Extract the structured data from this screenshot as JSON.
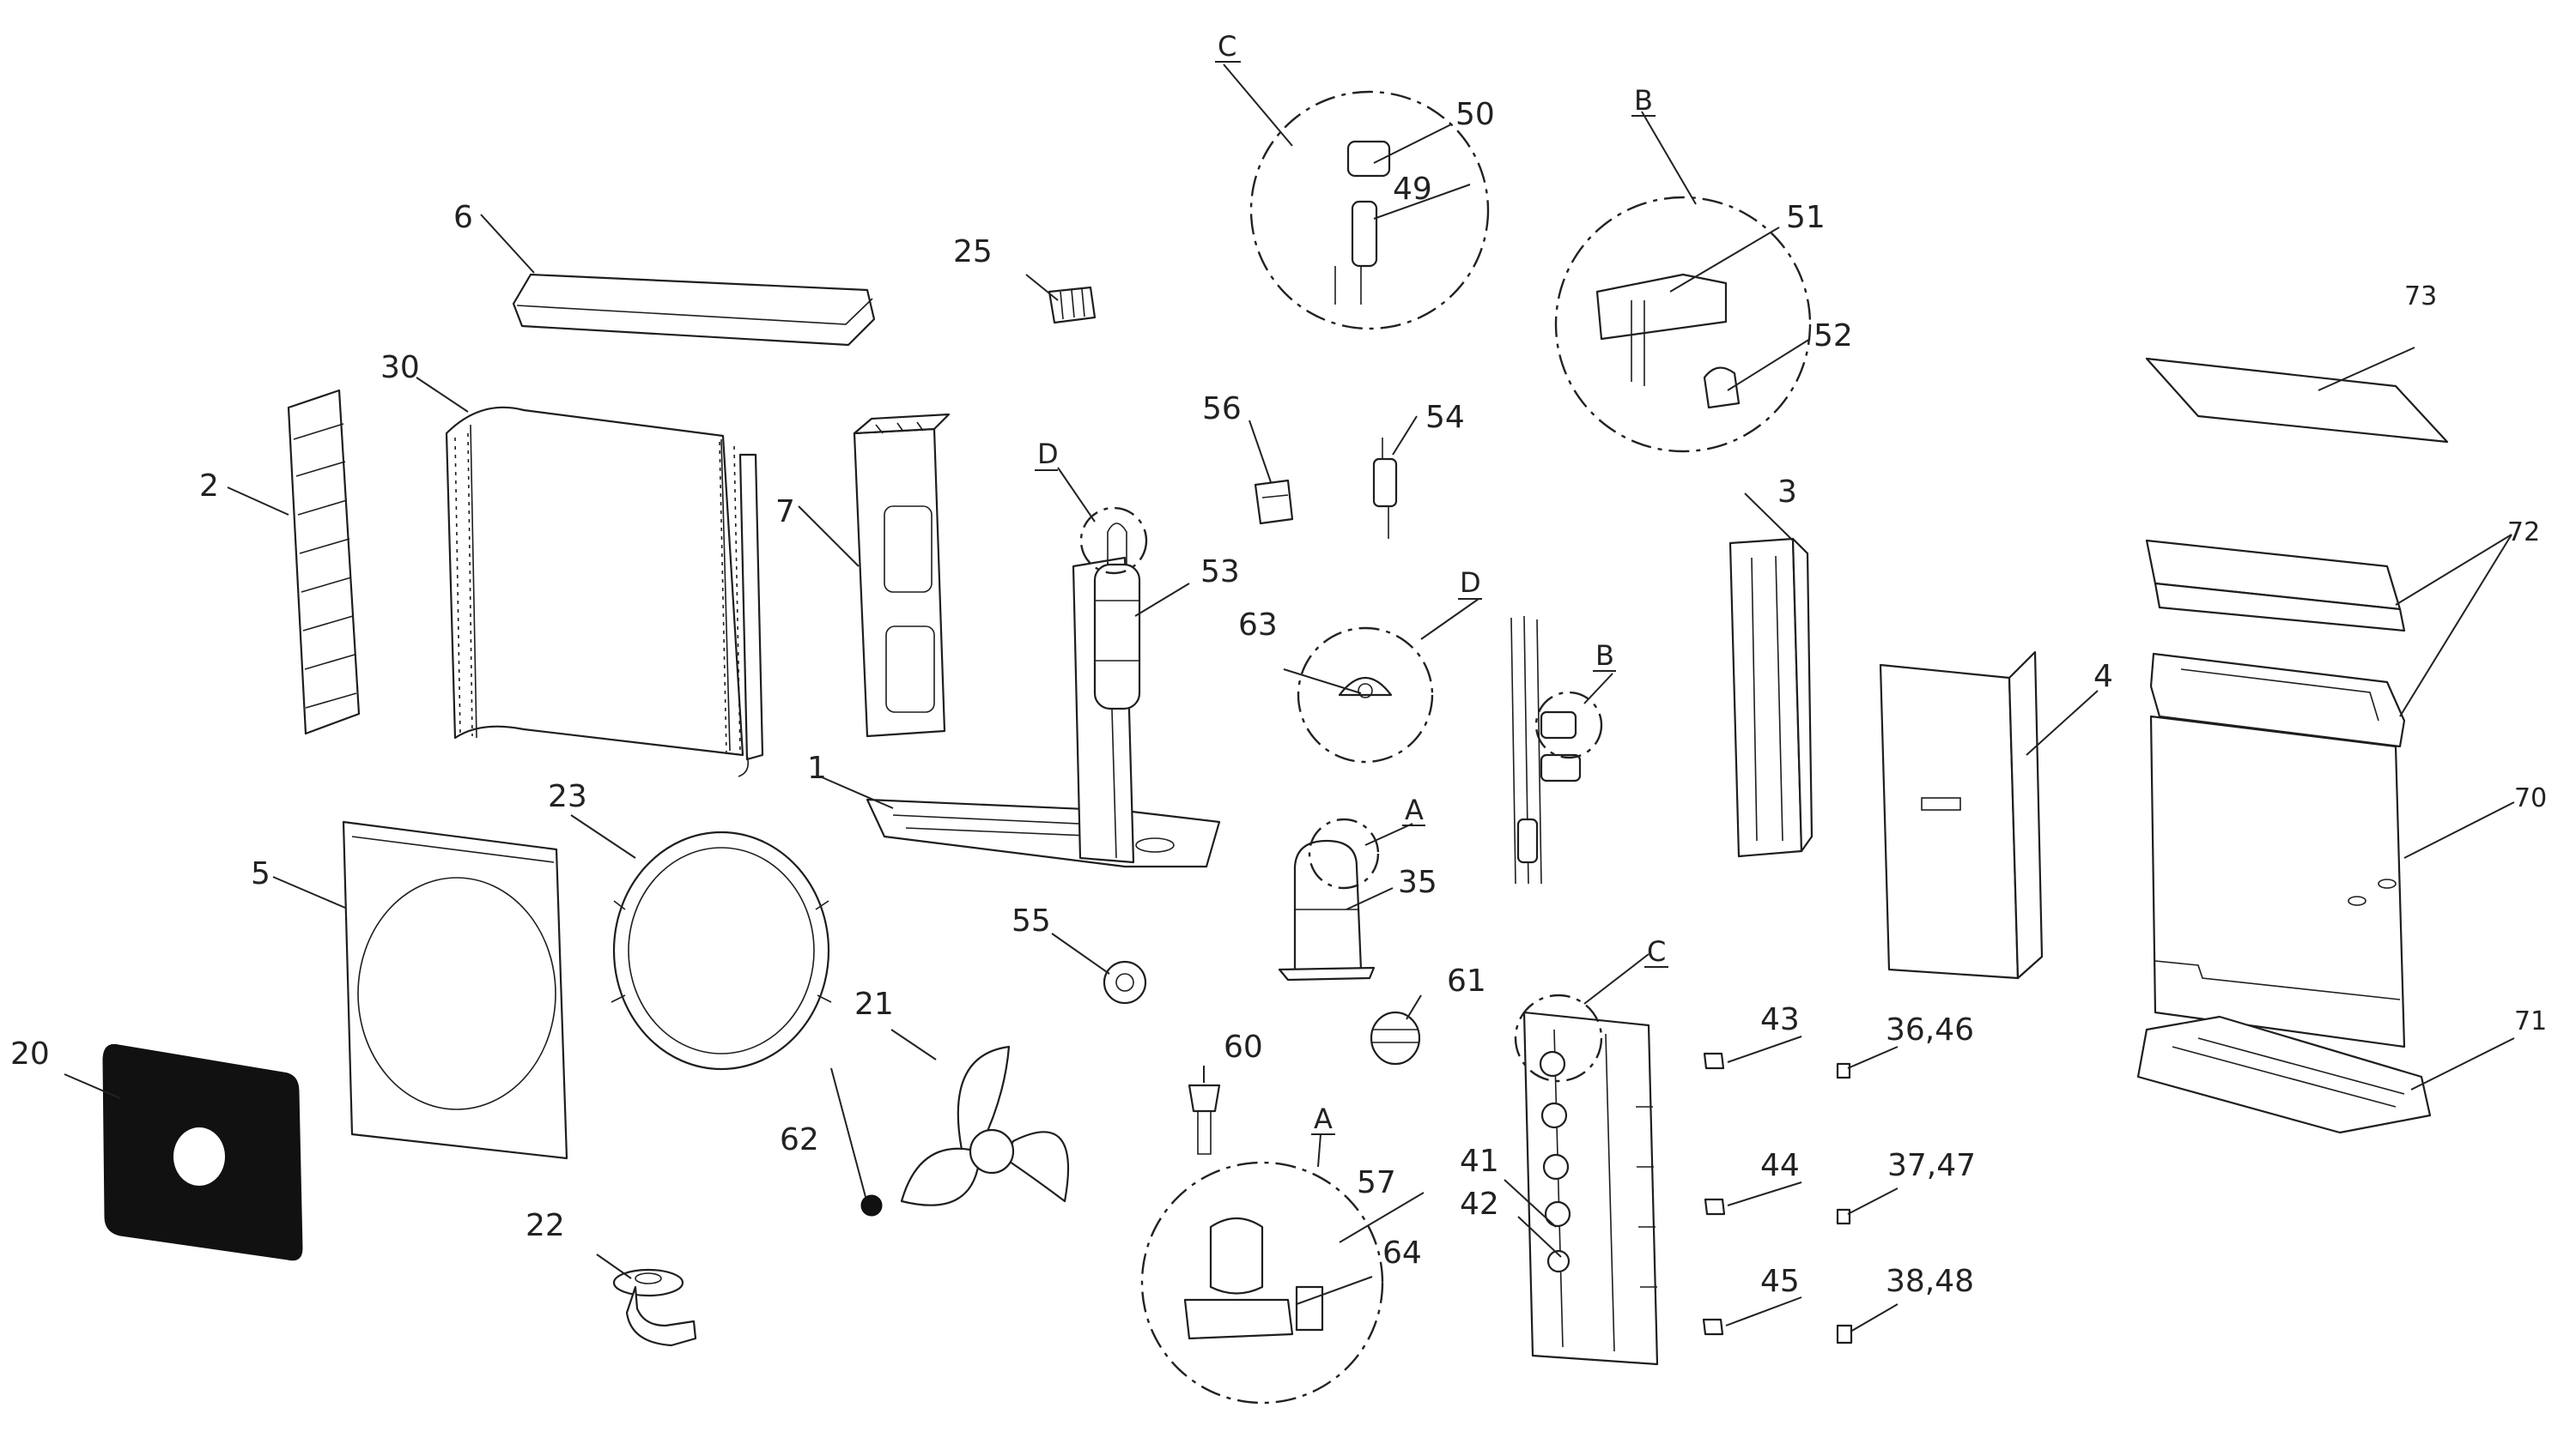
{
  "labels": {
    "n1": "1",
    "n2": "2",
    "n3": "3",
    "n4": "4",
    "n5": "5",
    "n6": "6",
    "n7": "7",
    "n20": "20",
    "n21": "21",
    "n22": "22",
    "n23": "23",
    "n25": "25",
    "n30": "30",
    "n35": "35",
    "n36_46": "36,46",
    "n37_47": "37,47",
    "n38_48": "38,48",
    "n41": "41",
    "n42": "42",
    "n43": "43",
    "n44": "44",
    "n45": "45",
    "n49": "49",
    "n50": "50",
    "n51": "51",
    "n52": "52",
    "n53": "53",
    "n54": "54",
    "n55": "55",
    "n56": "56",
    "n57": "57",
    "n60": "60",
    "n61": "61",
    "n62": "62",
    "n63": "63",
    "n64": "64",
    "n70": "70",
    "n71": "71",
    "n72": "72",
    "n73": "73"
  },
  "details": {
    "A_ref": "A",
    "A_view": "A",
    "B_ref": "B",
    "B_view": "B",
    "C_ref": "C",
    "C_view": "C",
    "D_ref": "D",
    "D_view": "D"
  }
}
